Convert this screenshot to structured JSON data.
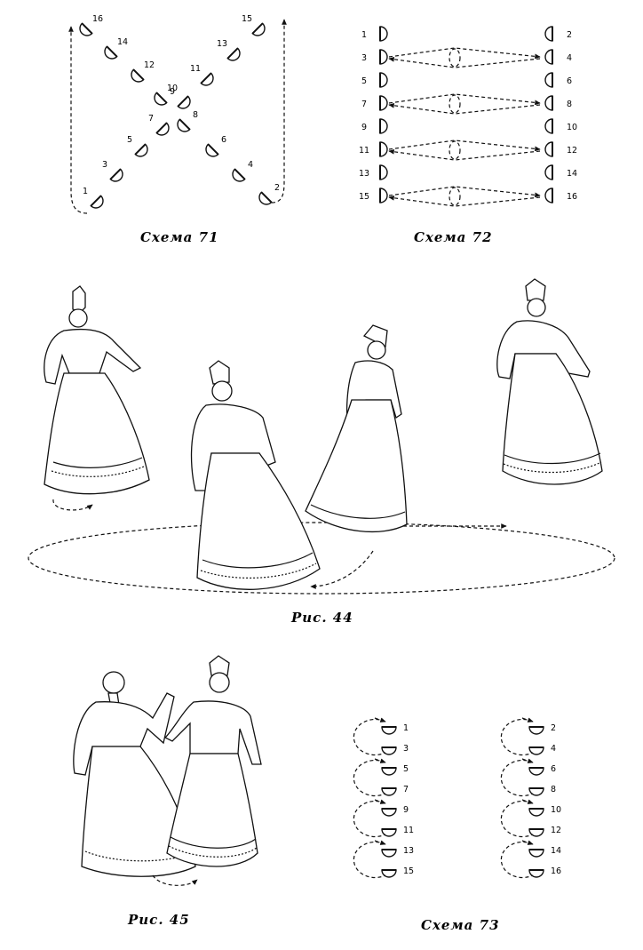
{
  "captions": {
    "scheme71": "Схема 71",
    "scheme72": "Схема 72",
    "fig44": "Рис. 44",
    "fig45": "Рис. 45",
    "scheme73": "Схема 73"
  },
  "scheme71": {
    "left_diagonal": [
      "1",
      "3",
      "5",
      "7",
      "8",
      "10",
      "12",
      "14",
      "16"
    ],
    "right_diagonal": [
      "2",
      "4",
      "6",
      "8",
      "9",
      "11",
      "13",
      "15"
    ]
  },
  "scheme72": {
    "left_column": [
      "1",
      "3",
      "5",
      "7",
      "9",
      "11",
      "13",
      "15"
    ],
    "right_column": [
      "2",
      "4",
      "6",
      "8",
      "10",
      "12",
      "14",
      "16"
    ]
  },
  "scheme73": {
    "left_column": [
      "1",
      "3",
      "5",
      "7",
      "9",
      "11",
      "13",
      "15"
    ],
    "right_column": [
      "2",
      "4",
      "6",
      "8",
      "10",
      "12",
      "14",
      "16"
    ]
  }
}
